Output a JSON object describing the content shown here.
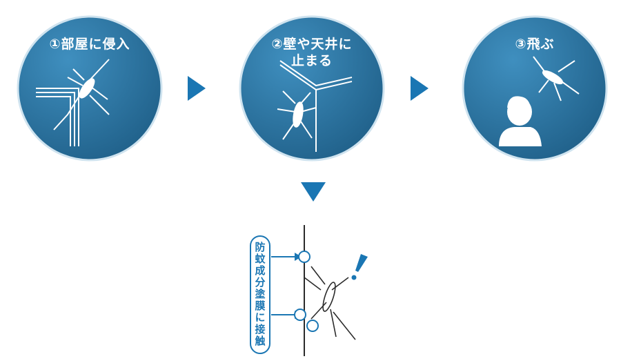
{
  "steps": [
    {
      "label": "①部屋に侵入"
    },
    {
      "label_line1": "②壁や天井に",
      "label_line2": "止まる"
    },
    {
      "label": "③飛ぶ"
    }
  ],
  "contact_label": "防蚊成分塗膜に接触",
  "colors": {
    "circle_dark": "#1f5f88",
    "circle_light": "#3f8fbf",
    "accent": "#1a76b3",
    "line_art": "#ffffff"
  },
  "icons": [
    "mosquito-icon",
    "window-frame-icon",
    "ceiling-corner-icon",
    "person-icon",
    "spray-particle-icon",
    "exclamation-icon"
  ]
}
